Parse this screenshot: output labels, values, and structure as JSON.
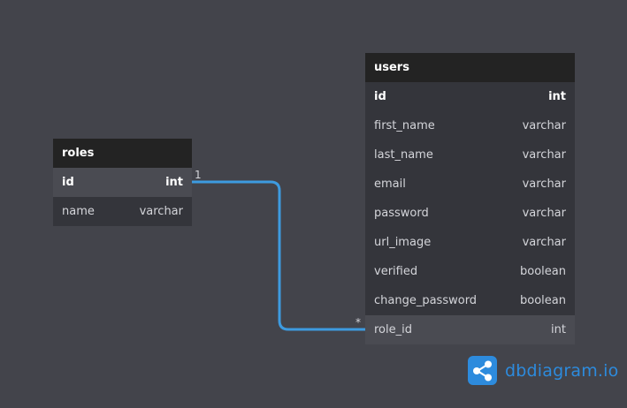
{
  "tables": {
    "roles": {
      "title": "roles",
      "fields": [
        {
          "name": "id",
          "type": "int",
          "pk": true
        },
        {
          "name": "name",
          "type": "varchar"
        }
      ]
    },
    "users": {
      "title": "users",
      "fields": [
        {
          "name": "id",
          "type": "int",
          "pk": true
        },
        {
          "name": "first_name",
          "type": "varchar"
        },
        {
          "name": "last_name",
          "type": "varchar"
        },
        {
          "name": "email",
          "type": "varchar"
        },
        {
          "name": "password",
          "type": "varchar"
        },
        {
          "name": "url_image",
          "type": "varchar"
        },
        {
          "name": "verified",
          "type": "boolean"
        },
        {
          "name": "change_password",
          "type": "boolean"
        },
        {
          "name": "role_id",
          "type": "int",
          "highlighted": true
        }
      ]
    }
  },
  "relationship": {
    "from": "roles.id",
    "to": "users.role_id",
    "from_cardinality": "1",
    "to_cardinality": "*",
    "color": "#3d9be0"
  },
  "brand": {
    "text": "dbdiagram.io",
    "icon": "share-nodes-icon",
    "color": "#2d8bdd"
  }
}
